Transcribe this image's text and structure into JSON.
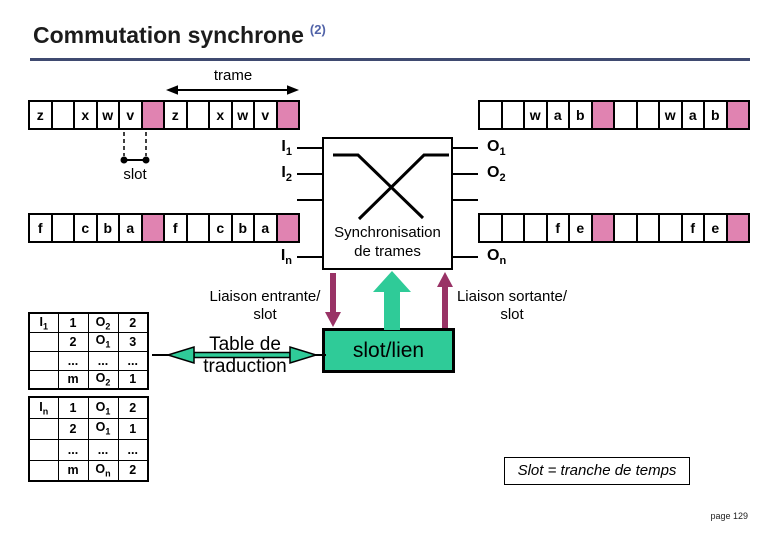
{
  "page": {
    "title": "Commutation synchrone",
    "title_sup": "(2)",
    "page_number": "page 129"
  },
  "colors": {
    "pink": "#E083B1",
    "green": "#2FCB98",
    "maroon": "#993366",
    "rule": "#3F4A70",
    "supblue": "#5163A8"
  },
  "labels": {
    "trame": "trame",
    "slot": "slot",
    "sync_line1": "Synchronisation",
    "sync_line2": "de trames",
    "liaison_in_1": "Liaison entrante/",
    "liaison_in_2": "slot",
    "liaison_out_1": "Liaison sortante/",
    "liaison_out_2": "slot",
    "table_trad_1": "Table de",
    "table_trad_2": "traduction",
    "slot_lien": "slot/lien",
    "slot_def": "Slot = tranche de temps"
  },
  "io": {
    "i1": {
      "b": "I",
      "s": "1"
    },
    "i2": {
      "b": "I",
      "s": "2"
    },
    "in": {
      "b": "I",
      "s": "n"
    },
    "o1": {
      "b": "O",
      "s": "1"
    },
    "o2": {
      "b": "O",
      "s": "2"
    },
    "on": {
      "b": "O",
      "s": "n"
    }
  },
  "frame_rows": {
    "top_left": [
      {
        "t": "z"
      },
      {
        "t": ""
      },
      {
        "t": "x"
      },
      {
        "t": "w"
      },
      {
        "t": "v"
      },
      {
        "t": "",
        "pink": true
      },
      {
        "t": "z"
      },
      {
        "t": ""
      },
      {
        "t": "x"
      },
      {
        "t": "w"
      },
      {
        "t": "v"
      },
      {
        "t": "",
        "pink": true
      }
    ],
    "top_right": [
      {
        "t": ""
      },
      {
        "t": ""
      },
      {
        "t": "w"
      },
      {
        "t": "a"
      },
      {
        "t": "b"
      },
      {
        "t": "",
        "pink": true
      },
      {
        "t": ""
      },
      {
        "t": ""
      },
      {
        "t": "w"
      },
      {
        "t": "a"
      },
      {
        "t": "b"
      },
      {
        "t": "",
        "pink": true
      }
    ],
    "bottom_left": [
      {
        "t": "f"
      },
      {
        "t": ""
      },
      {
        "t": "c"
      },
      {
        "t": "b"
      },
      {
        "t": "a"
      },
      {
        "t": "",
        "pink": true
      },
      {
        "t": "f"
      },
      {
        "t": ""
      },
      {
        "t": "c"
      },
      {
        "t": "b"
      },
      {
        "t": "a"
      },
      {
        "t": "",
        "pink": true
      }
    ],
    "bottom_right": [
      {
        "t": ""
      },
      {
        "t": ""
      },
      {
        "t": ""
      },
      {
        "t": "f"
      },
      {
        "t": "e"
      },
      {
        "t": "",
        "pink": true
      },
      {
        "t": ""
      },
      {
        "t": ""
      },
      {
        "t": ""
      },
      {
        "t": "f"
      },
      {
        "t": "e"
      },
      {
        "t": "",
        "pink": true
      }
    ]
  },
  "tables": {
    "t1": [
      [
        {
          "b": "I",
          "s": "1"
        },
        {
          "b": "1"
        },
        {
          "b": "O",
          "s": "2"
        },
        {
          "b": "2"
        }
      ],
      [
        {
          "b": ""
        },
        {
          "b": "2"
        },
        {
          "b": "O",
          "s": "1"
        },
        {
          "b": "3"
        }
      ],
      [
        {
          "b": ""
        },
        {
          "b": "..."
        },
        {
          "b": "..."
        },
        {
          "b": "..."
        }
      ],
      [
        {
          "b": ""
        },
        {
          "b": "m"
        },
        {
          "b": "O",
          "s": "2"
        },
        {
          "b": "1"
        }
      ]
    ],
    "t2": [
      [
        {
          "b": "I",
          "s": "n"
        },
        {
          "b": "1"
        },
        {
          "b": "O",
          "s": "1"
        },
        {
          "b": "2"
        }
      ],
      [
        {
          "b": ""
        },
        {
          "b": "2"
        },
        {
          "b": "O",
          "s": "1"
        },
        {
          "b": "1"
        }
      ],
      [
        {
          "b": ""
        },
        {
          "b": "..."
        },
        {
          "b": "..."
        },
        {
          "b": "..."
        }
      ],
      [
        {
          "b": ""
        },
        {
          "b": "m"
        },
        {
          "b": "O",
          "s": "n"
        },
        {
          "b": "2"
        }
      ]
    ]
  }
}
